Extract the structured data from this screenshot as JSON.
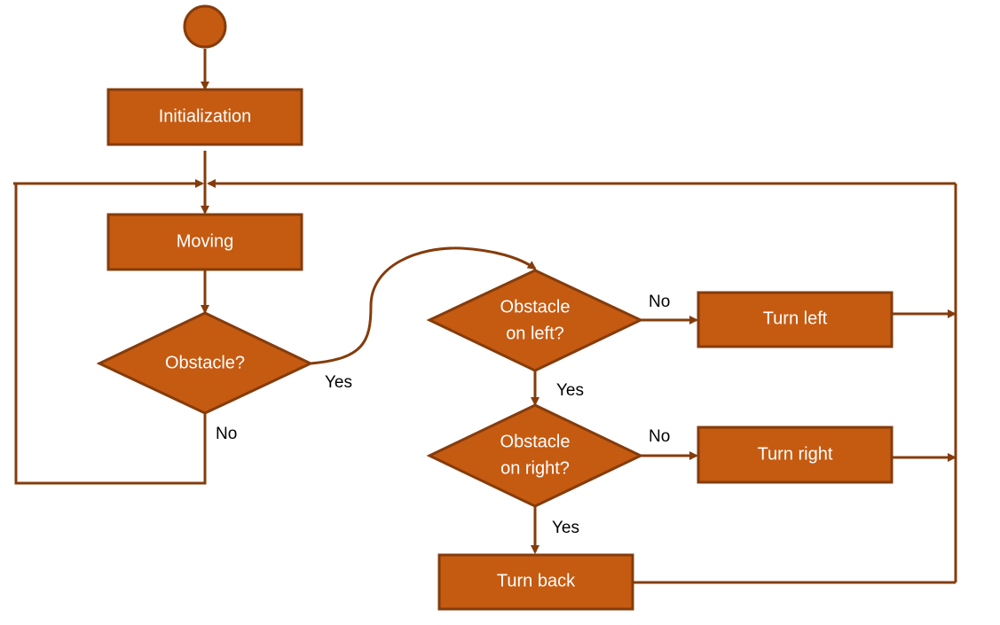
{
  "colors": {
    "node_fill": "#C55A11",
    "node_stroke": "#843C0C",
    "edge": "#843C0C",
    "text_on_node": "#FFFFFF",
    "edge_text": "#000000"
  },
  "nodes": {
    "start": {
      "shape": "circle"
    },
    "initialization": {
      "label": "Initialization"
    },
    "moving": {
      "label": "Moving"
    },
    "obstacle": {
      "label": "Obstacle?"
    },
    "obstacle_left": {
      "label_line1": "Obstacle",
      "label_line2": "on left?"
    },
    "obstacle_right": {
      "label_line1": "Obstacle",
      "label_line2": "on right?"
    },
    "turn_left": {
      "label": "Turn left"
    },
    "turn_right": {
      "label": "Turn right"
    },
    "turn_back": {
      "label": "Turn back"
    }
  },
  "edge_labels": {
    "obstacle_yes": "Yes",
    "obstacle_no": "No",
    "left_no": "No",
    "left_yes": "Yes",
    "right_no": "No",
    "right_yes": "Yes"
  }
}
